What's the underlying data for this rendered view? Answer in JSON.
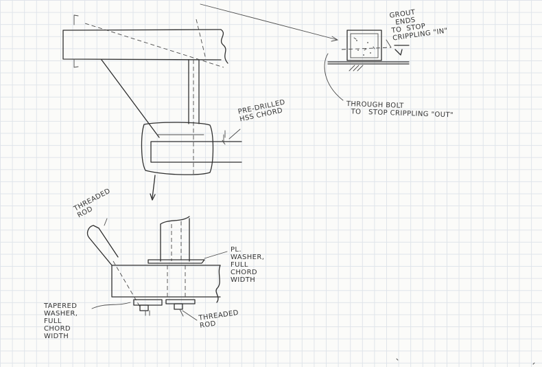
{
  "annotations": {
    "grout_ends": "GROUT\n  ENDS\nTO  STOP\nCRIPPLING \"IN\"",
    "through_bolt": "THROUGH BOLT\n  TO   STOP CRIPPLING \"OUT\"",
    "pre_drilled": "PRE-DRILLED\nHSS CHORD",
    "threaded_rod_top": "THREADED\nROD",
    "pl_washer": "PL.\nWASHER,\nFULL\nCHORD\nWIDTH",
    "tapered_washer": "TAPERED\nWASHER,\nFULL\nCHORD\nWIDTH",
    "threaded_rod_bottom": "THREADED\nROD"
  }
}
